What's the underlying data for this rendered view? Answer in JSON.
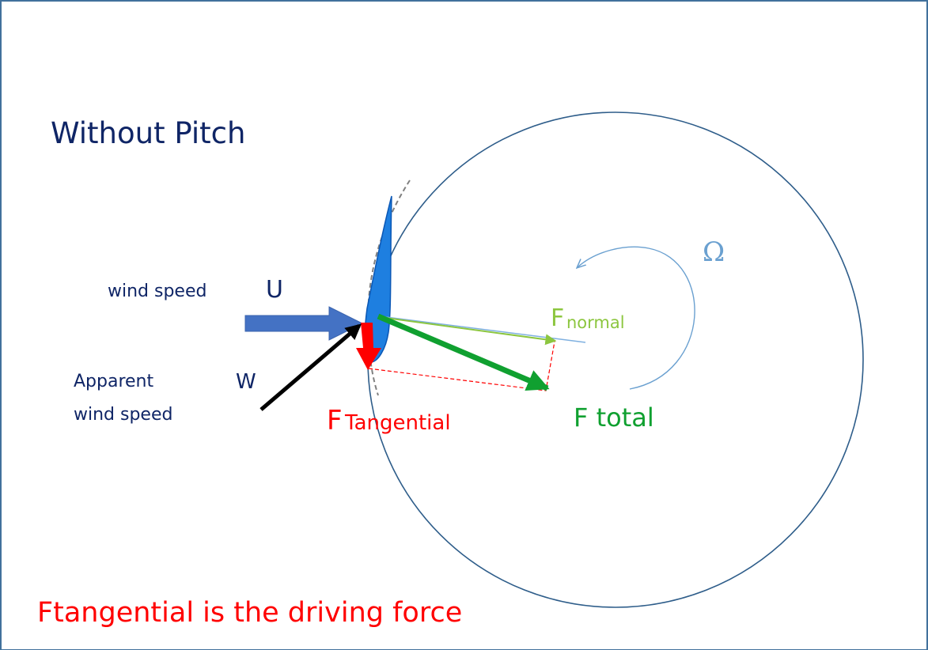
{
  "slide": {
    "title": "Without  Pitch",
    "wind_speed_label": "wind speed",
    "wind_speed_symbol": "U",
    "apparent_label_line1": "Apparent",
    "apparent_symbol": "W",
    "apparent_label_line2": "wind speed",
    "rotation_symbol": "Ω",
    "fnormal_prefix": "F",
    "fnormal_suffix": "normal",
    "ftangential_prefix": "F",
    "ftangential_suffix": "Tangential",
    "ftotal_label": "F total",
    "footer_text": "Ftangential  is the driving force"
  },
  "colors": {
    "frame": "#41719c",
    "circle": "#2e5d8a",
    "dark_text": "#0f2566",
    "wind_arrow": "#4472c4",
    "blade": "#1e7fe0",
    "normal_force": "#8cc63f",
    "tangential_force": "#ff0000",
    "total_force": "#10a030",
    "rotation": "#6aa0d0",
    "apparent_arrow": "#000000"
  }
}
